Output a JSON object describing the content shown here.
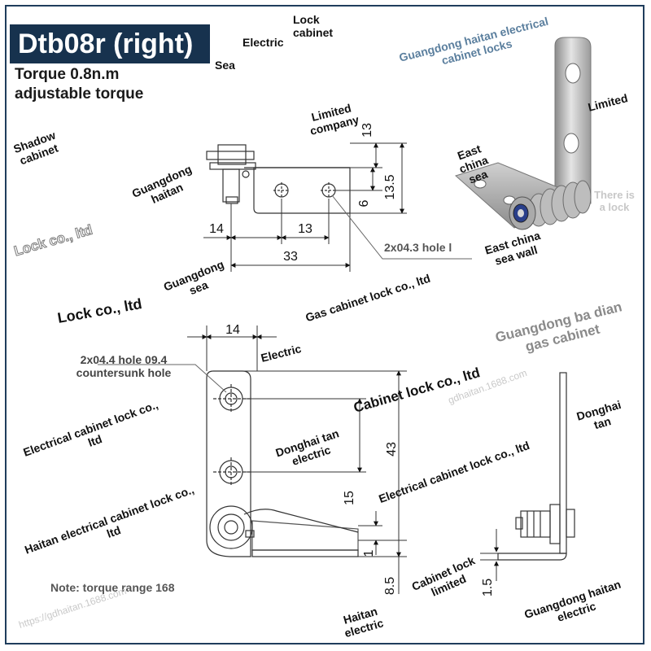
{
  "title": "Dtb08r (right)",
  "subtitle": "Torque 0.8n.m adjustable torque",
  "note": "Note: torque range 168",
  "top_view": {
    "hole_callout": "2x04.3 hole l",
    "dims": {
      "d14": "14",
      "d13h": "13",
      "d33": "33",
      "d13v": "13",
      "d13_5": "13.5",
      "d6": "6"
    }
  },
  "front_view": {
    "hole_callout": "2x04.4 hole 09.4 countersunk hole",
    "dims": {
      "d14": "14",
      "d43": "43",
      "d15": "15",
      "d1": "1",
      "d8_5": "8.5"
    }
  },
  "side_view": {
    "dims": {
      "d1_5": "1.5"
    }
  },
  "watermark_labels": {
    "electric_top": "Electric",
    "lock_cabinet": "Lock cabinet",
    "sea_top": "Sea",
    "gd_haitan_blue": "Guangdong haitan electrical cabinet locks",
    "limited_company": "Limited company",
    "shadow_cabinet": "Shadow cabinet",
    "limited_photo": "Limited",
    "east_china_sea": "East china sea",
    "guangdong_haitan": "Guangdong haitan",
    "there_is_a_lock": "There is a lock",
    "lock_co_outline": "Lock co., ltd",
    "east_china_sea_wall": "East china sea wall",
    "guangdong_sea": "Guangdong sea",
    "gas_cabinet_lock": "Gas cabinet lock co., ltd",
    "lock_co_ltd": "Lock co., ltd",
    "gd_badian": "Guangdong ba dian gas cabinet",
    "electric_mid": "Electric",
    "cabinet_lock_co": "Cabinet lock co., ltd",
    "electrical_cabinet_lock_1": "Electrical cabinet lock co., ltd",
    "donghai_tan_right": "Donghai tan",
    "donghai_tan_electric": "Donghai tan electric",
    "electrical_cabinet_lock_2": "Electrical cabinet lock co., ltd",
    "haitan_electrical": "Haitan electrical cabinet lock co., ltd",
    "cabinet_lock_limited": "Cabinet lock limited",
    "gd_haitan_electric": "Guangdong haitan electric",
    "haitan_electric": "Haitan electric",
    "url_a": "https://gdhaitan.1688.com",
    "url_b": "gdhaitan.1688.com"
  }
}
